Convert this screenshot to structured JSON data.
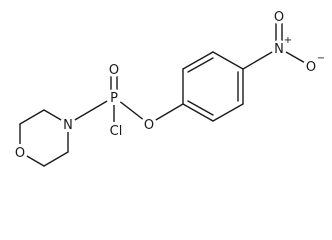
{
  "molecule": {
    "atoms": {
      "oxygen_double": "O",
      "phosphorus": "P",
      "nitrogen_morpholine": "N",
      "oxygen_morpholine": "O",
      "chlorine": "Cl",
      "oxygen_ester": "O",
      "nitrogen_nitro": "N",
      "oxygen_nitro_top": "O",
      "oxygen_nitro_right": "O"
    },
    "charges": {
      "nitro_nitrogen": "+",
      "nitro_oxygen": "−"
    }
  }
}
